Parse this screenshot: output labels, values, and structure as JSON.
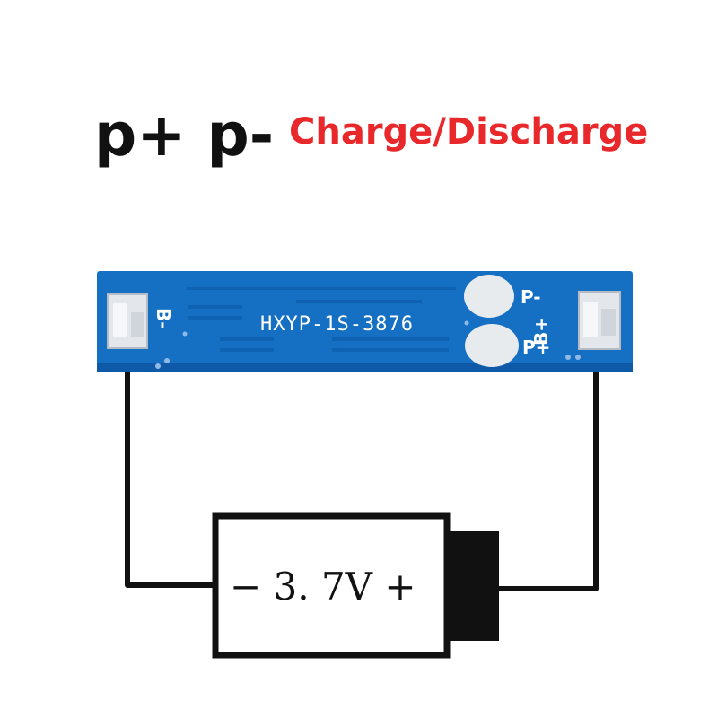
{
  "headline": {
    "terminals": "p+ p-",
    "function": "Charge/Discharge"
  },
  "board": {
    "model": "HXYP-1S-3876",
    "labels": {
      "b_minus": "B-",
      "b_plus": "B+",
      "p_minus": "P-",
      "p_plus": "P+"
    }
  },
  "battery": {
    "label": "− 3. 7V +"
  },
  "colors": {
    "pcb": "#1570c4",
    "pcb_dark": "#0e5aa8",
    "headline_red": "#e8282b",
    "wire": "#111111"
  }
}
